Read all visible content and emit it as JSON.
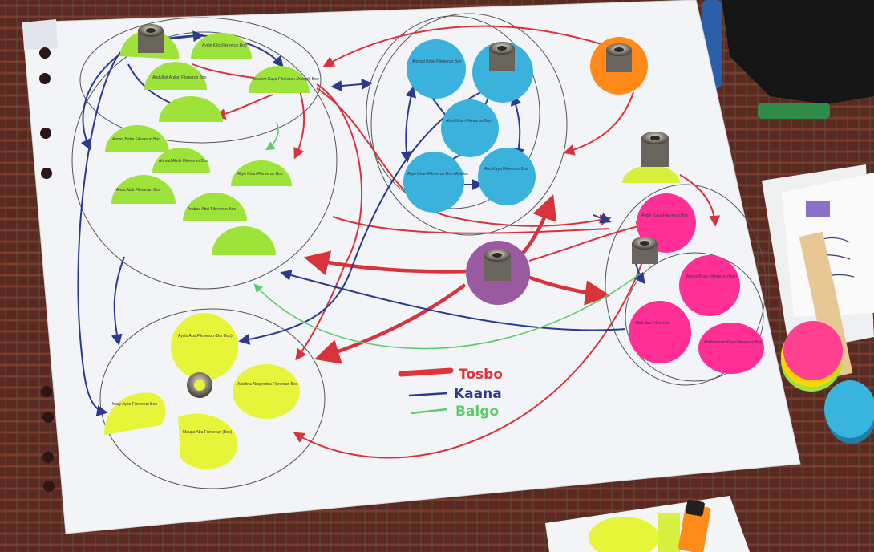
{
  "legend": {
    "items": [
      {
        "label": "Tosbo",
        "color": "#e0343a"
      },
      {
        "label": "Kaana",
        "color": "#2b3a8f"
      },
      {
        "label": "Balgo",
        "color": "#5ecb6a"
      }
    ]
  },
  "colors": {
    "ground": "#5a2a22",
    "paper": "#f2f4f8",
    "green_sticker": "#9de33a",
    "yellow_sticker": "#e6f53a",
    "blue_sticker": "#3ab2dc",
    "pink_sticker": "#ff2f96",
    "orange_sticker": "#ff8a1a",
    "purple_sticker": "#9b5aa0",
    "red_arrow": "#d8333a",
    "blue_arrow": "#2b3a8f",
    "green_arrow": "#5ecb6a"
  },
  "stickers": {
    "green_group": [
      "Aydin Kilic Fikreerun Boo",
      "Ibrahim Kaya Fikreerun (Aciogli) Boo",
      "Abdullah Arslan Fikreerun Boo",
      "Aiman Baba Fikreerun Boo",
      "Ahmad Abdir Fikreerun Boo",
      "Aliye Khan Fikreerun Boo",
      "Anas Abdi Fikreerun Boo",
      "Arabaa Abdi Fikreerun Boo"
    ],
    "yellow_group": [
      "Aydin Abu Fikreerun (Bor Boo)",
      "Mary Ayse Fikreerun Boo",
      "Asiatina Abayemba Fikreerun Boo",
      "Mauga Abu Fikreerun (Boo)"
    ],
    "blue_group": [
      "Ahmad Bobe Fikreerun Boo",
      "Aliye Khan Fikreerun Boo",
      "Aliye Khan Fikreerun Boo (Ayeda)",
      "Abu Kaya Fikreerun Boo"
    ],
    "pink_group": [
      "Aydin Kaya Fikreerun Boo",
      "Amina Bosa Fikreerun (Boo)",
      "Abdi Abu Fikreerun",
      "Abdirahman Kaya Fikreerun Boo"
    ]
  }
}
